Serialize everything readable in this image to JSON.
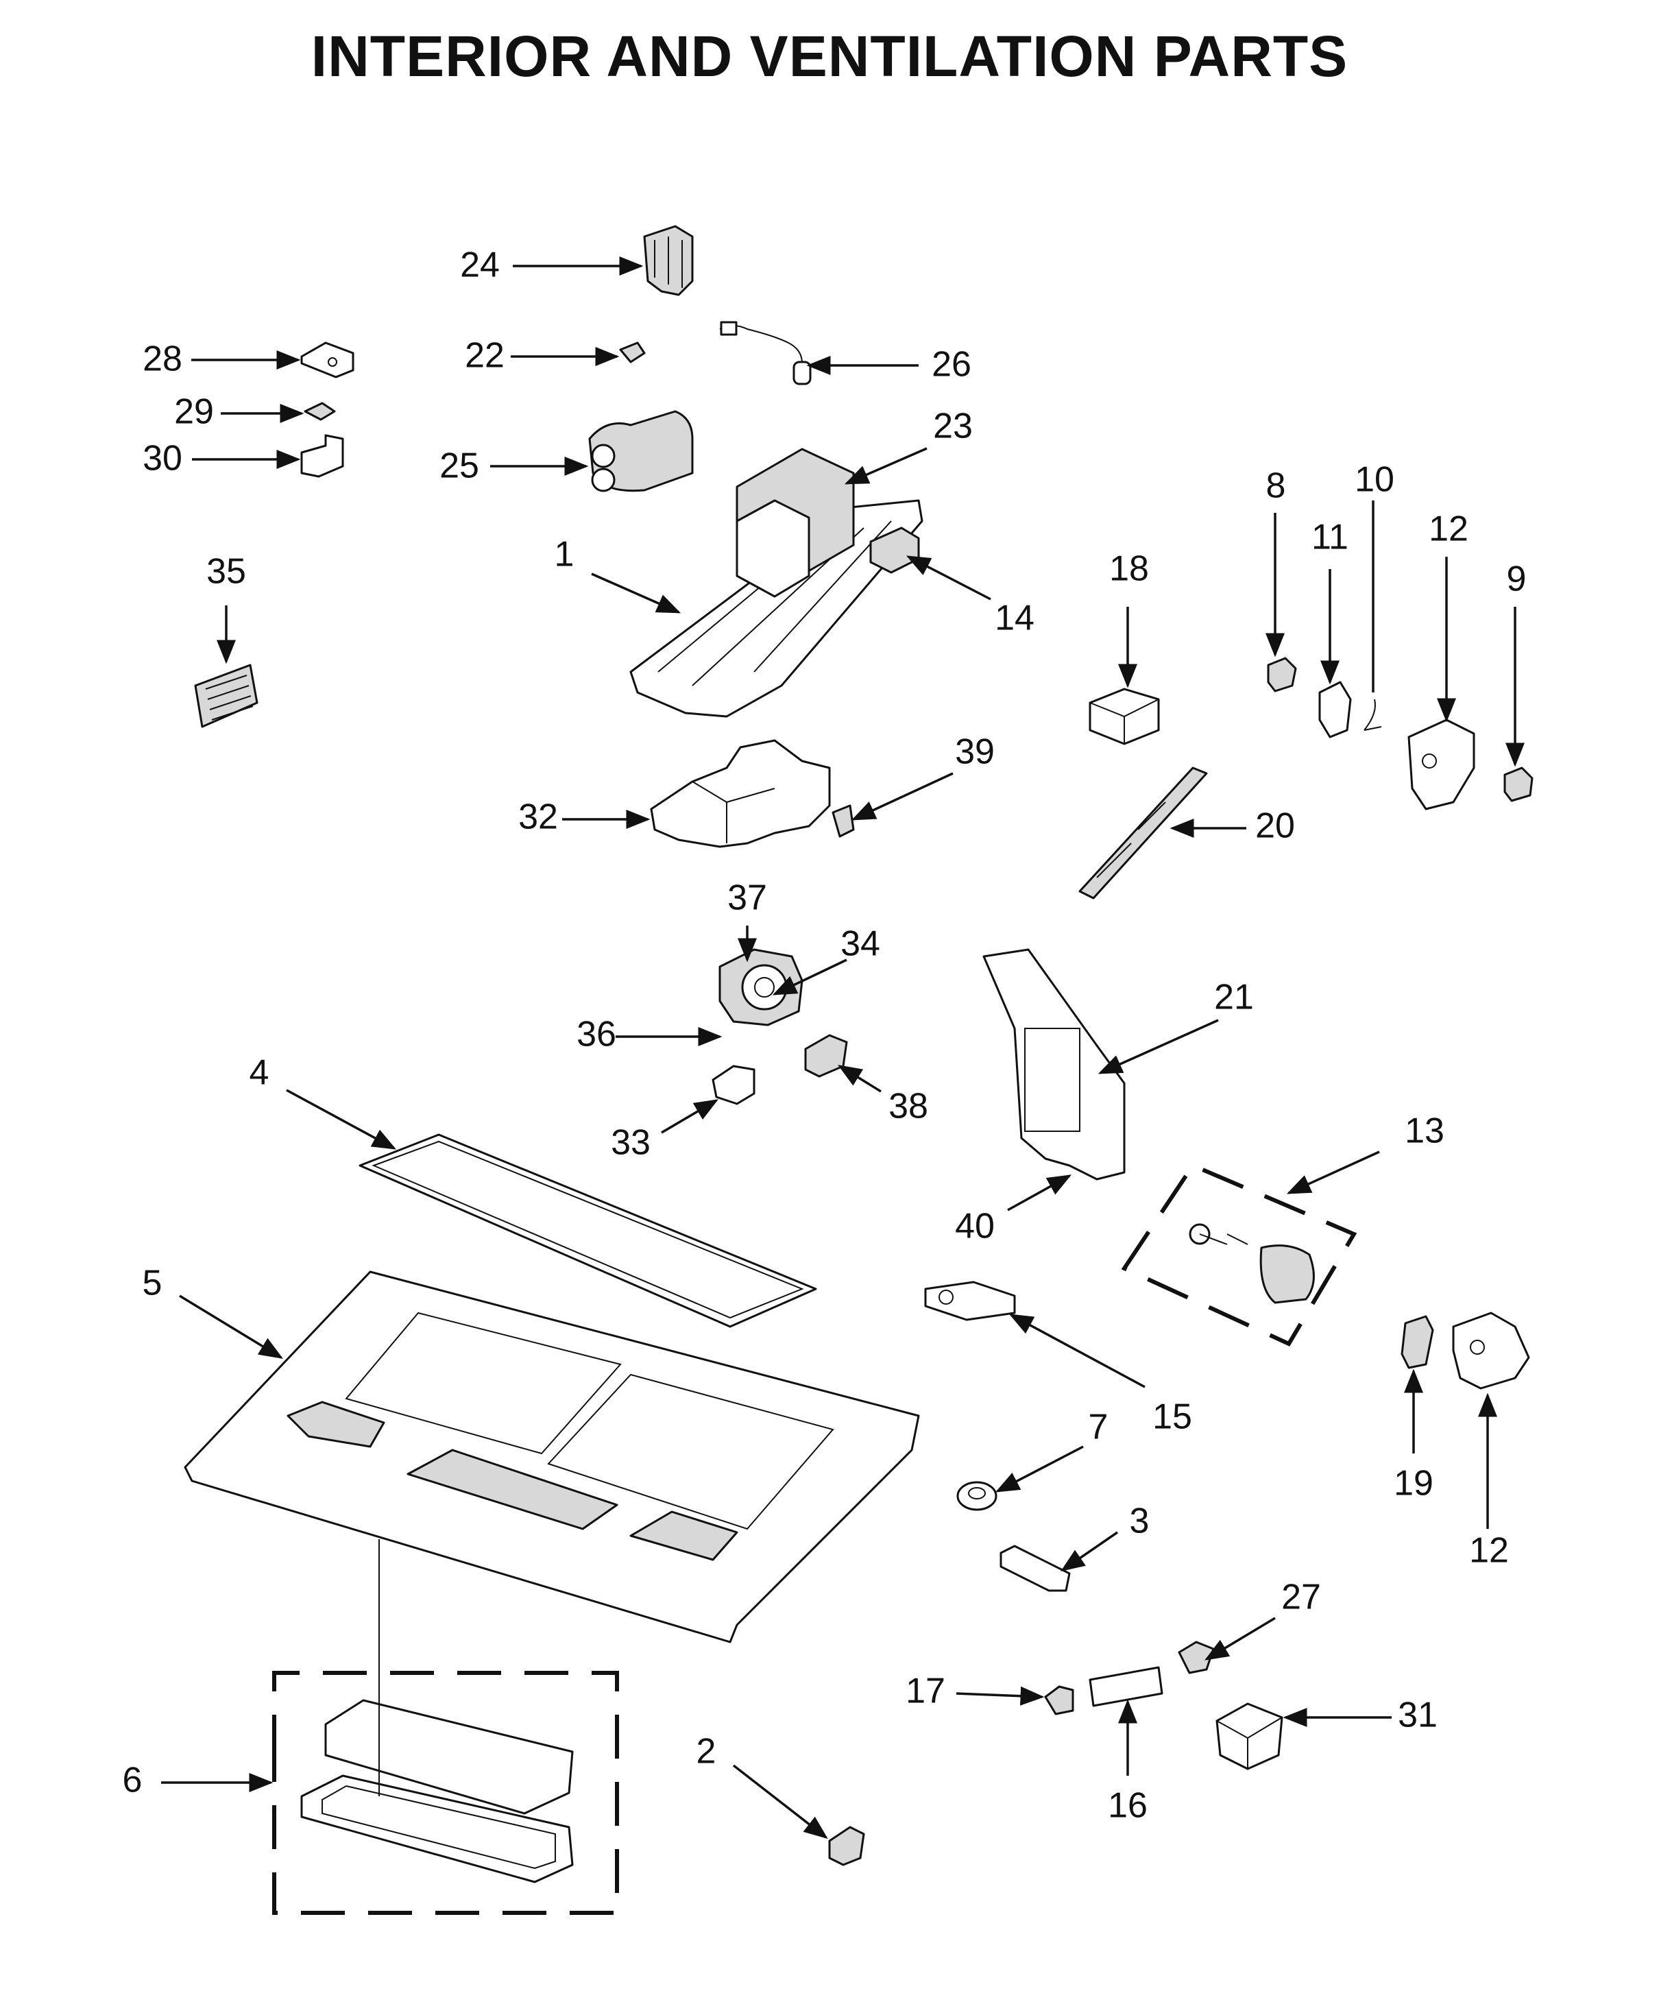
{
  "title": "INTERIOR AND VENTILATION PARTS",
  "callouts": [
    {
      "id": "c24",
      "label": "24"
    },
    {
      "id": "c28",
      "label": "28"
    },
    {
      "id": "c22",
      "label": "22"
    },
    {
      "id": "c26",
      "label": "26"
    },
    {
      "id": "c29",
      "label": "29"
    },
    {
      "id": "c30",
      "label": "30"
    },
    {
      "id": "c25",
      "label": "25"
    },
    {
      "id": "c23",
      "label": "23"
    },
    {
      "id": "c8",
      "label": "8"
    },
    {
      "id": "c10",
      "label": "10"
    },
    {
      "id": "c11",
      "label": "11"
    },
    {
      "id": "c12a",
      "label": "12"
    },
    {
      "id": "c9",
      "label": "9"
    },
    {
      "id": "c1",
      "label": "1"
    },
    {
      "id": "c35",
      "label": "35"
    },
    {
      "id": "c18",
      "label": "18"
    },
    {
      "id": "c14",
      "label": "14"
    },
    {
      "id": "c39",
      "label": "39"
    },
    {
      "id": "c32",
      "label": "32"
    },
    {
      "id": "c20",
      "label": "20"
    },
    {
      "id": "c37",
      "label": "37"
    },
    {
      "id": "c34",
      "label": "34"
    },
    {
      "id": "c21",
      "label": "21"
    },
    {
      "id": "c36",
      "label": "36"
    },
    {
      "id": "c4",
      "label": "4"
    },
    {
      "id": "c38",
      "label": "38"
    },
    {
      "id": "c33",
      "label": "33"
    },
    {
      "id": "c13",
      "label": "13"
    },
    {
      "id": "c40",
      "label": "40"
    },
    {
      "id": "c5",
      "label": "5"
    },
    {
      "id": "c15",
      "label": "15"
    },
    {
      "id": "c7",
      "label": "7"
    },
    {
      "id": "c19",
      "label": "19"
    },
    {
      "id": "c3",
      "label": "3"
    },
    {
      "id": "c12b",
      "label": "12"
    },
    {
      "id": "c27",
      "label": "27"
    },
    {
      "id": "c17",
      "label": "17"
    },
    {
      "id": "c31",
      "label": "31"
    },
    {
      "id": "c2",
      "label": "2"
    },
    {
      "id": "c6",
      "label": "6"
    },
    {
      "id": "c16",
      "label": "16"
    }
  ]
}
